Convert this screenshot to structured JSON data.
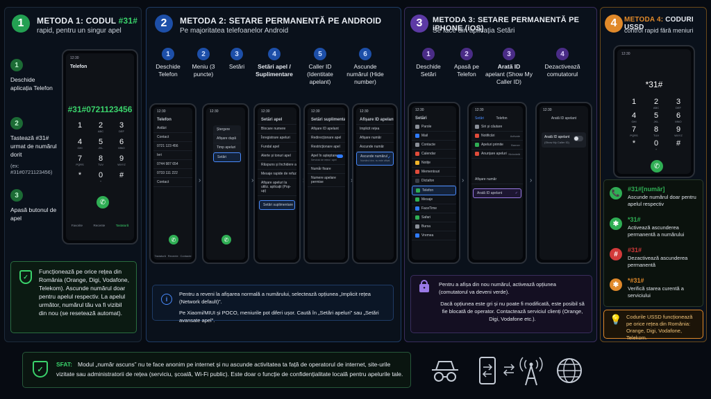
{
  "m1": {
    "num": "1",
    "title_a": "METODA 1: CODUL ",
    "title_b": "#31#",
    "sub": "rapid, pentru un singur apel",
    "steps": [
      {
        "n": "1",
        "text": "Deschide aplicația Telefon"
      },
      {
        "n": "2",
        "text": "Tastează #31# urmat de numărul dorit"
      },
      {
        "n": "3",
        "text": "Apasă butonul de apel"
      }
    ],
    "example": "(ex: #31#0721123456)",
    "phone": {
      "time": "12:30",
      "app": "Telefon",
      "dialed": "#31#0721123456",
      "tabs": [
        "Favorite",
        "Recente",
        "Tastatură"
      ]
    },
    "note": "Funcționează pe orice rețea din România (Orange, Digi, Vodafone, Telekom). Ascunde numărul doar pentru apelul respectiv. La apelul următor, numărul tău va fi vizibil din nou (se resetează automat)."
  },
  "m2": {
    "num": "2",
    "title": "METODA 2: SETARE PERMANENTĂ PE ANDROID",
    "sub": "Pe majoritatea telefoanelor Android",
    "steps": [
      {
        "n": "1",
        "text": "Deschide Telefon"
      },
      {
        "n": "2",
        "text": "Meniu (3 puncte)"
      },
      {
        "n": "3",
        "text": "Setări"
      },
      {
        "n": "4",
        "text": "Setări apel / Suplimentare"
      },
      {
        "n": "5",
        "text": "Caller ID (Identitate apelant)"
      },
      {
        "n": "6",
        "text": "Ascunde numărul (Hide number)"
      }
    ],
    "s1": {
      "time": "12:30",
      "title": "Telefon",
      "items": [
        "Astăzi",
        "Contact",
        "0721 123 456",
        "Ieri",
        "0744 987 654",
        "0733 111 222",
        "Contact"
      ],
      "tabs": [
        "Tastatură",
        "Recente",
        "Contacte"
      ]
    },
    "s2": {
      "time": "12:30",
      "items": [
        "Ștergere",
        "Afișare după",
        "Timp apeluri",
        "Setări"
      ],
      "hl": "Setări"
    },
    "s3": {
      "time": "12:30",
      "title": "Setări apel",
      "items": [
        "Blocare numere",
        "Înregistrare apeluri",
        "Fundal apel",
        "Alerte și tonuri apel",
        "Răspuns și închidere apeluri",
        "Mesaje rapide de refuz",
        "Afișare apeluri la utiliz. aplicații (Pop-up)"
      ],
      "hl": "Setări suplimentare"
    },
    "s4": {
      "time": "12:30",
      "title": "Setări suplimentare",
      "items": [
        "Afișare ID apelant",
        "Redirecționare apel",
        "Restricționare apel",
        "Apel în așteptare",
        "Numår fixare",
        "Numere apelare permise"
      ],
      "sub": "Serviciul de rețea / apel"
    },
    "s5": {
      "time": "12:30",
      "title": "Afișare ID apelant",
      "items": [
        "Implicit rețea",
        "Afișare număr",
        "Ascunde număr"
      ],
      "hl": "Ascunde numărul",
      "hlsub": "Numărul dvs. nu este afișat"
    },
    "note1": "Pentru a reveni la afișarea normală a numărului, selectează opțiunea „Implicit rețea (Network default)”.",
    "note2": "Pe Xiaomi/MIUI și POCO, meniurile pot diferi ușor. Caută în „Setări apeluri” sau „Setări avansate apel”."
  },
  "m3": {
    "num": "3",
    "title": "METODA 3: SETARE PERMANENTĂ PE iPHONE (iOS)",
    "sub": "Se face din aplicația Setări",
    "steps": [
      {
        "n": "1",
        "text": "Deschide Setări"
      },
      {
        "n": "2",
        "text": "Apasă pe Telefon"
      },
      {
        "n": "3",
        "bold": "Arată ID",
        "text": "apelant (Show My Caller ID)"
      },
      {
        "n": "4",
        "text": "Dezactivează comutatorul"
      }
    ],
    "s1": {
      "time": "12:30",
      "title": "Setări",
      "items": [
        "Parole",
        "Mail",
        "Contacte",
        "Calendar",
        "Notițe",
        "Mementouri",
        "Dictafon"
      ],
      "hl": "Telefon",
      "items2": [
        "Mesaje",
        "FaceTime",
        "Safari",
        "Bursa",
        "Vremea"
      ]
    },
    "s2": {
      "time": "12:30",
      "back": "Setări",
      "title": "Telefon",
      "items": [
        "Siri și căutare",
        "Notificări",
        "Apeluri primite",
        "Anunțare apeluri"
      ],
      "values": [
        "",
        "Activate",
        "Banner",
        "Niciodată"
      ],
      "mid": "Afișare număr",
      "hl": "Arată ID apelant"
    },
    "s3": {
      "time": "12:30",
      "title": "Arată ID apelant",
      "row": "Arată ID apelant",
      "rowsub": "(Show My Caller ID)"
    },
    "note1": "Pentru a afișa din nou numărul, activează opțiunea (comutatorul va deveni verde).",
    "note2": "Dacă opțiunea este gri și nu poate fi modificată, este posibil să fie blocată de operator. Contactează serviciul clienți (Orange, Digi, Vodafone etc.)."
  },
  "m4": {
    "num": "4",
    "title_a": "METODA 4: ",
    "title_b": "CODURI USSD",
    "sub": "control rapid fără meniuri",
    "phone": {
      "time": "12:30",
      "dialed": "*31#"
    },
    "codes": [
      {
        "icon": "📞",
        "code": "#31#[număr]",
        "desc": "Ascunde numărul doar pentru apelul respectiv",
        "color": "#2fae54"
      },
      {
        "icon": "✱",
        "code": "*31#",
        "desc": "Activează ascunderea permanentă a numărului",
        "color": "#2fae54"
      },
      {
        "icon": "#",
        "code": "#31#",
        "desc": "Dezactivează ascunderea permanentă",
        "color": "#d23a3a"
      },
      {
        "icon": "✱",
        "code": "*#31#",
        "desc": "Verifică starea curentă a serviciului",
        "color": "#e0892a"
      }
    ],
    "tip": "Codurile USSD funcționează pe orice rețea din România: Orange, Digi, Vodafone, Telekom."
  },
  "keys": [
    [
      "1",
      ""
    ],
    [
      "2",
      "ABC"
    ],
    [
      "3",
      "DEF"
    ],
    [
      "4",
      "GHI"
    ],
    [
      "5",
      "JKL"
    ],
    [
      "6",
      "MNO"
    ],
    [
      "7",
      "PQRS"
    ],
    [
      "8",
      "TUV"
    ],
    [
      "9",
      "WXYZ"
    ],
    [
      "*",
      ""
    ],
    [
      "0",
      "+"
    ],
    [
      "#",
      ""
    ]
  ],
  "footer": {
    "label": "SFAT:",
    "text": "Modul „număr ascuns” nu te face anonim pe internet și nu ascunde activitatea ta față de operatorul de internet, site-urile vizitate sau administratorii de rețea (serviciu, școală, Wi-Fi public). Este doar o funcție de confidențialitate locală pentru apelurile tale."
  }
}
